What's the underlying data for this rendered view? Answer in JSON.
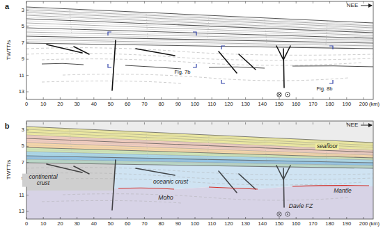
{
  "diagram": {
    "labels": [
      "a",
      "NEE",
      "TWTT/s",
      "3",
      "5",
      "7",
      "9",
      "11",
      "13",
      "0",
      "10",
      "20",
      "30",
      "40",
      "50",
      "60",
      "70",
      "80",
      "90",
      "100",
      "110",
      "120",
      "130",
      "140",
      "150",
      "160",
      "170",
      "180",
      "190",
      "200",
      "(km)",
      "Fig. 7b",
      "Fig. 8b",
      "b",
      "NEE",
      "TWTT/s",
      "3",
      "5",
      "7",
      "9",
      "11",
      "13",
      "0",
      "10",
      "20",
      "30",
      "40",
      "50",
      "60",
      "70",
      "80",
      "90",
      "100",
      "110",
      "120",
      "130",
      "140",
      "150",
      "160",
      "170",
      "180",
      "190",
      "200",
      "(km)",
      "seafloor",
      "continental crust",
      "oceanic crust",
      "Moho",
      "Davie FZ",
      "Mantle"
    ]
  }
}
